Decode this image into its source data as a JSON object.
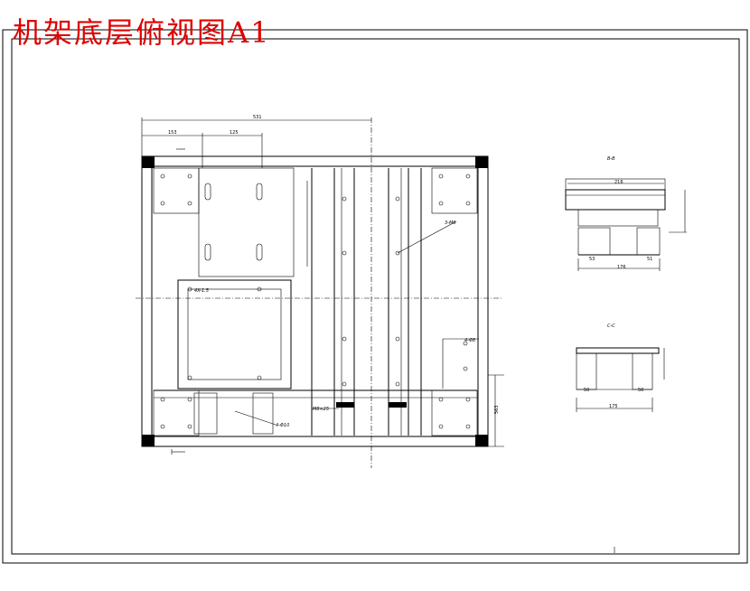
{
  "title": "机架底层俯视图A1",
  "section_labels": {
    "b_b": "B-B",
    "c_c": "C-C"
  },
  "dimensions": {
    "overall_width": "531",
    "left_offset": "153",
    "left_span": "125",
    "overall_height": "563",
    "bb_top": "216",
    "bb_bottom": "176",
    "bb_left_leg": "53",
    "bb_right_leg": "51",
    "cc_width": "175",
    "cc_left": "50",
    "cc_right": "50"
  },
  "annotations": {
    "weld_a": "3-M6",
    "weld_b": "4-Φ10",
    "weld_c": "4-Φ8",
    "weld_d": "4X-1.5",
    "bolt_note": "M8×25"
  }
}
